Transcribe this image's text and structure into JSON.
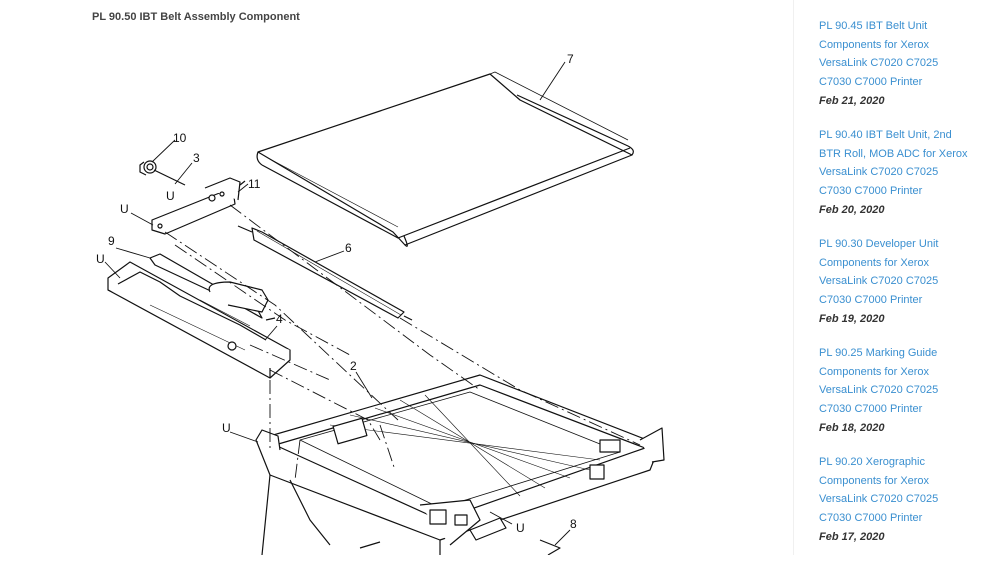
{
  "diagram": {
    "title": "PL 90.50 IBT Belt Assembly Component",
    "callouts": [
      "7",
      "10",
      "3",
      "11",
      "U",
      "U",
      "9",
      "U",
      "6",
      "4",
      "2",
      "U",
      "U",
      "8"
    ]
  },
  "sidebar": {
    "posts": [
      {
        "line1": "PL 90.45 IBT Belt Unit",
        "line2": "Components for Xerox",
        "line3": "VersaLink C7020 C7025",
        "line4": "C7030 C7000 Printer",
        "date": "Feb 21, 2020"
      },
      {
        "line1": "PL 90.40 IBT Belt Unit, 2nd",
        "line2": "BTR Roll, MOB ADC for Xerox",
        "line3": "VersaLink C7020 C7025",
        "line4": "C7030 C7000 Printer",
        "date": "Feb 20, 2020"
      },
      {
        "line1": "PL 90.30 Developer Unit",
        "line2": "Components for Xerox",
        "line3": "VersaLink C7020 C7025",
        "line4": "C7030 C7000 Printer",
        "date": "Feb 19, 2020"
      },
      {
        "line1": "PL 90.25 Marking Guide",
        "line2": "Components for Xerox",
        "line3": "VersaLink C7020 C7025",
        "line4": "C7030 C7000 Printer",
        "date": "Feb 18, 2020"
      },
      {
        "line1": "PL 90.20 Xerographic",
        "line2": "Components for Xerox",
        "line3": "VersaLink C7020 C7025",
        "line4": "C7030 C7000 Printer",
        "date": "Feb 17, 2020"
      }
    ]
  }
}
